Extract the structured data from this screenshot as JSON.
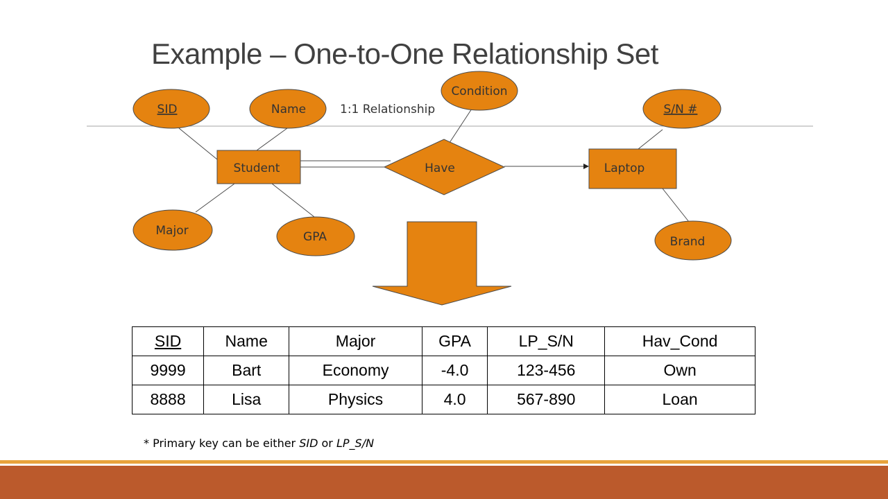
{
  "slide": {
    "title": "Example – One-to-One Relationship Set"
  },
  "diagram": {
    "relationship_label": "1:1 Relationship",
    "entities": {
      "student": "Student",
      "laptop": "Laptop"
    },
    "relationship": "Have",
    "attributes": {
      "sid": "SID",
      "name": "Name",
      "major": "Major",
      "gpa": "GPA",
      "condition": "Condition",
      "sn": "S/N #",
      "brand": "Brand"
    },
    "colors": {
      "fill": "#e58310",
      "stroke": "#4a4a4a",
      "arrow": "#e58310"
    }
  },
  "table": {
    "headers": [
      "SID",
      "Name",
      "Major",
      "GPA",
      "LP_S/N",
      "Hav_Cond"
    ],
    "rows": [
      [
        "9999",
        "Bart",
        "Economy",
        "-4.0",
        "123-456",
        "Own"
      ],
      [
        "8888",
        "Lisa",
        "Physics",
        "4.0",
        "567-890",
        "Loan"
      ]
    ]
  },
  "footnote": {
    "prefix": "* Primary key can be either ",
    "key1": "SID",
    "middle": " or ",
    "key2": "LP_S/N"
  },
  "theme": {
    "bar_light": "#e8a33c",
    "bar_dark": "#bb5a2c"
  }
}
